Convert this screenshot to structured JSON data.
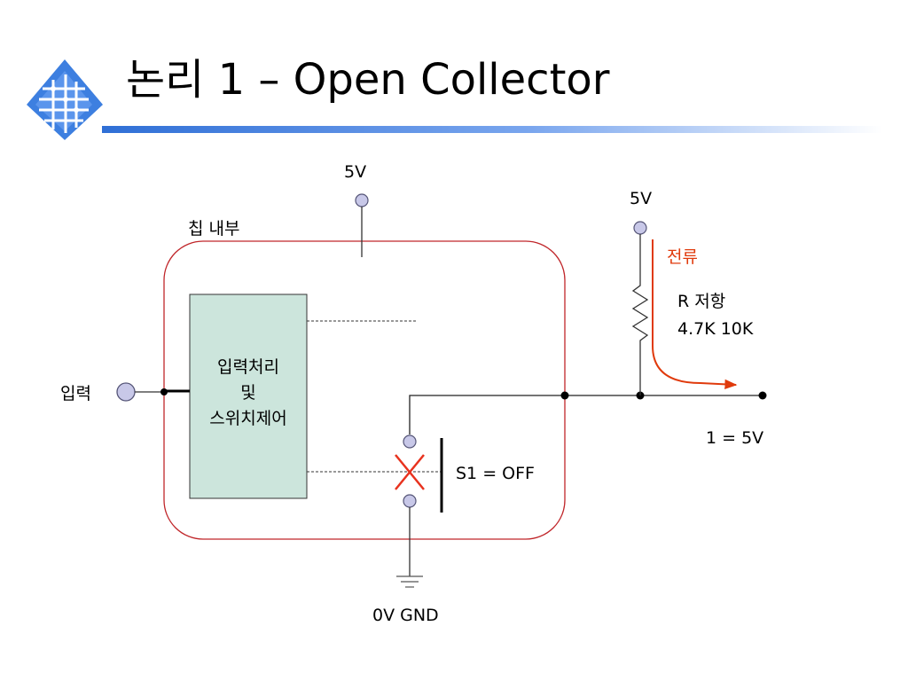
{
  "slide": {
    "title": "논리 1 – Open Collector"
  },
  "diagram": {
    "top_supply_label": "5V",
    "right_supply_label": "5V",
    "chip_label": "칩 내부",
    "input_label": "입력",
    "block_lines": [
      "입력처리",
      "및",
      "스위치제어"
    ],
    "current_label": "전류",
    "resistor_label": "R  저항",
    "resistor_values": "4.7K 10K",
    "output_label": "1 = 5V",
    "switch_label": "S1 = OFF",
    "ground_label": "0V GND"
  },
  "colors": {
    "chip_border": "#c0262a",
    "block_fill": "#cce5dc",
    "terminal_fill": "#c8c8e8",
    "current_arrow": "#e03a0c",
    "off_cross": "#e8321e",
    "title_underline": "#2f6fd6"
  }
}
